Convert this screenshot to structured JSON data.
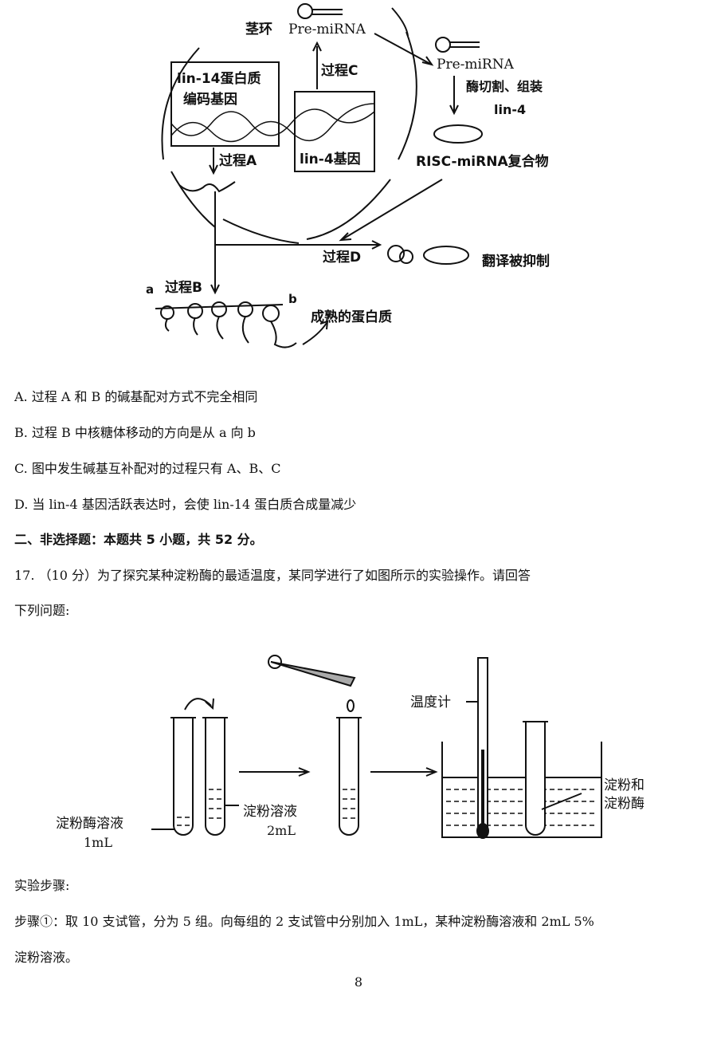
{
  "figure1": {
    "stem_loop": "茎环",
    "pre_mirna_1": "Pre-miRNA",
    "pre_mirna_2": "Pre-miRNA",
    "process_c": "过程C",
    "lin14_gene_line1": "lin-14蛋白质",
    "lin14_gene_line2": "编码基因",
    "lin4_gene": "lin-4基因",
    "process_a": "过程A",
    "cut_assemble": "酶切割、组装",
    "lin4_label": "lin-4",
    "risc": "RISC-miRNA复合物",
    "process_d": "过程D",
    "translation_inhibited": "翻译被抑制",
    "label_a": "a",
    "process_b": "过程B",
    "label_b": "b",
    "mature_protein": "成熟的蛋白质"
  },
  "options": [
    "A. 过程 A 和 B 的碱基配对方式不完全相同",
    "B. 过程 B 中核糖体移动的方向是从 a 向 b",
    "C. 图中发生碱基互补配对的过程只有 A、B、C",
    "D. 当 lin-4 基因活跃表达时，会使 lin-14 蛋白质合成量减少"
  ],
  "section_heading": "二、非选择题：本题共 5 小题，共 52 分。",
  "question17": {
    "line1": "17. （10 分）为了探究某种淀粉酶的最适温度，某同学进行了如图所示的实验操作。请回答",
    "line2": "下列问题:"
  },
  "figure2": {
    "enzyme_solution": "淀粉酶溶液",
    "enzyme_volume": "1mL",
    "starch_solution": "淀粉溶液",
    "starch_volume": "2mL",
    "thermometer": "温度计",
    "mix_line1": "淀粉和",
    "mix_line2": "淀粉酶"
  },
  "steps_heading": "实验步骤:",
  "step1_line1": "步骤①：取  10  支试管，分为 5 组。向每组的 2 支试管中分别加入  1mL，某种淀粉酶溶液和 2mL 5%",
  "step1_line2": "淀粉溶液。",
  "page_number": "8"
}
